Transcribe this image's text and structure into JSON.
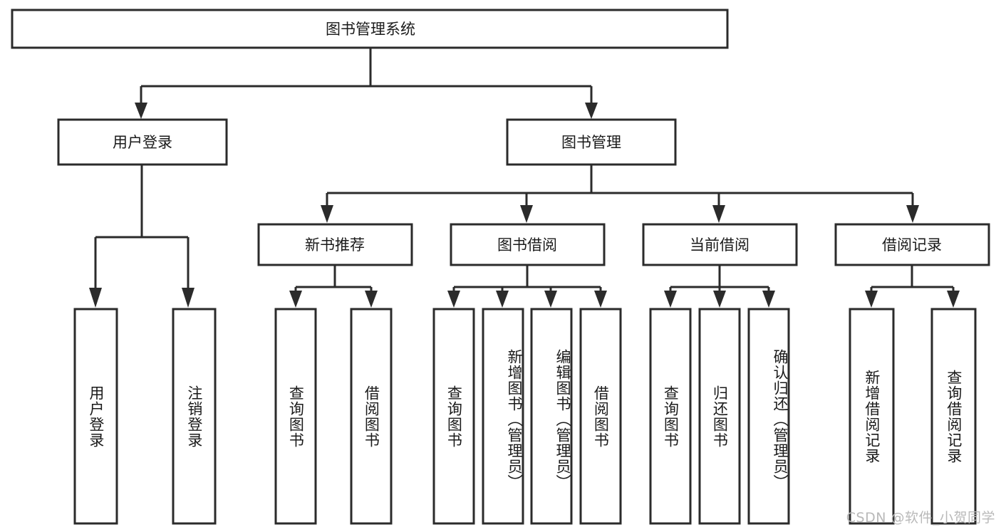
{
  "diagram": {
    "type": "tree",
    "title": "图书管理系统",
    "orientation": "top-down",
    "colors": {
      "box_stroke": "#2b2b2b",
      "box_fill": "#ffffff",
      "connector": "#2b2b2b",
      "text": "#1a1a1a",
      "background": "#ffffff",
      "watermark": "#b9b9b9"
    },
    "root": {
      "label": "图书管理系统"
    },
    "level2": [
      {
        "label": "用户登录"
      },
      {
        "label": "图书管理"
      }
    ],
    "level3": [
      {
        "label": "新书推荐"
      },
      {
        "label": "图书借阅"
      },
      {
        "label": "当前借阅"
      },
      {
        "label": "借阅记录"
      }
    ],
    "leaves_user_login": [
      {
        "label": "用户登录"
      },
      {
        "label": "注销登录"
      }
    ],
    "leaves_new_books": [
      {
        "label": "查询图书"
      },
      {
        "label": "借阅图书"
      }
    ],
    "leaves_borrow": [
      {
        "label": "查询图书"
      },
      {
        "label": "新增图书（管理员）"
      },
      {
        "label": "编辑图书（管理员）"
      },
      {
        "label": "借阅图书"
      }
    ],
    "leaves_current": [
      {
        "label": "查询图书"
      },
      {
        "label": "归还图书"
      },
      {
        "label": "确认归还（管理员）"
      }
    ],
    "leaves_records": [
      {
        "label": "新增借阅记录"
      },
      {
        "label": "查询借阅记录"
      }
    ]
  },
  "watermark": {
    "text": "CSDN @软件_小贺同学"
  }
}
